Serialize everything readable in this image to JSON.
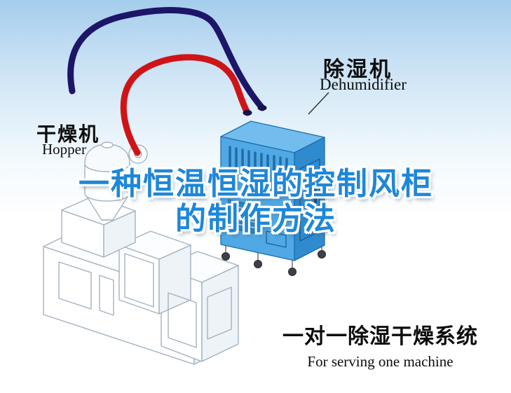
{
  "title": {
    "line1": "一种恒温恒湿的控制风柜",
    "line2": "的制作方法"
  },
  "labels": {
    "dryer": {
      "zh": "干燥机",
      "en": "Hopper"
    },
    "dehumidifier": {
      "zh": "除湿机",
      "en": "Dehumidifier"
    }
  },
  "caption": {
    "zh": "一对一除湿干燥系统",
    "en": "For serving one machine"
  },
  "colors": {
    "title_blue": "#1e87d8",
    "pipe_red": "#cf1418",
    "pipe_navy": "#1d1568",
    "dehumidifier_front": "#50a9e4",
    "dehumidifier_side": "#2f8bce",
    "dehumidifier_top": "#72bdee",
    "background_top": "#a4cdeb"
  }
}
